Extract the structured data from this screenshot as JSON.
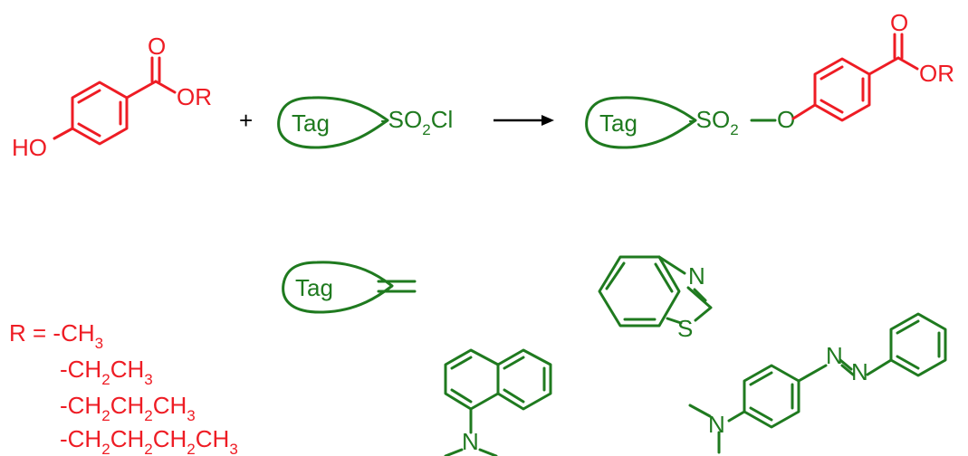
{
  "colors": {
    "reactant": "#ee1c24",
    "tag": "#1f7a1f",
    "arrow": "#000000"
  },
  "reaction": {
    "reactant1": {
      "ho": "HO",
      "carbonyl_o": "O",
      "ester": "OR"
    },
    "plus": "+",
    "reagent": {
      "tag": "Tag",
      "group_pre": "-SO",
      "group_sub": "2",
      "group_post": "Cl"
    },
    "product": {
      "tag": "Tag",
      "group_pre": "-SO",
      "group_sub": "2",
      "linker_o": "O",
      "carbonyl_o": "O",
      "ester": "OR"
    }
  },
  "r_groups": {
    "prefix": "R = ",
    "items": [
      {
        "parts": [
          "-CH",
          "3"
        ]
      },
      {
        "parts": [
          "-CH",
          "2",
          "CH",
          "3"
        ]
      },
      {
        "parts": [
          "-CH",
          "2",
          "CH",
          "2",
          "CH",
          "3"
        ]
      },
      {
        "parts": [
          "-CH",
          "2",
          "CH",
          "2",
          "CH",
          "2",
          "CH",
          "3"
        ]
      }
    ]
  },
  "tag_definition": {
    "tag": "Tag",
    "equals": "=",
    "benzothiazole": {
      "n": "N",
      "s": "S"
    },
    "naphthylamine": {
      "n": "N"
    },
    "azobenzene": {
      "n1": "N",
      "n2": "N",
      "amine_n": "N"
    }
  }
}
